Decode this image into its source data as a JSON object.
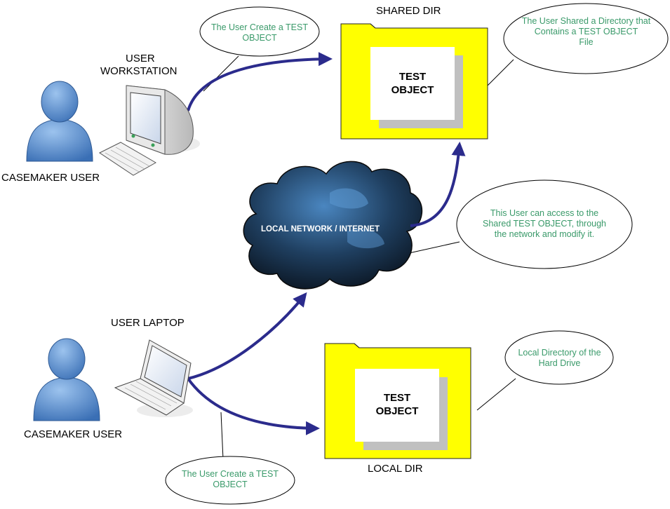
{
  "labels": {
    "shared_dir": "SHARED DIR",
    "local_dir": "LOCAL DIR",
    "user_workstation_line1": "USER",
    "user_workstation_line2": "WORKSTATION",
    "user_laptop": "USER LAPTOP",
    "casemaker_user_top": "CASEMAKER USER",
    "casemaker_user_bottom": "CASEMAKER USER",
    "network": "LOCAL NETWORK / INTERNET"
  },
  "objects": {
    "shared_test_object": [
      "TEST",
      "OBJECT"
    ],
    "local_test_object": [
      "TEST",
      "OBJECT"
    ]
  },
  "callouts": {
    "create_top": [
      "The User Create a TEST",
      "OBJECT"
    ],
    "shared_dir_note": [
      "The User Shared a Directory that",
      "Contains a TEST OBJECT",
      "File"
    ],
    "network_access": [
      "This User can access to the",
      "Shared TEST OBJECT, through",
      "the network and modify it."
    ],
    "local_dir_note": [
      "Local Directory of the",
      "Hard Drive"
    ],
    "create_bottom": [
      "The User Create a TEST",
      "OBJECT"
    ]
  },
  "colors": {
    "folder": "#ffff00",
    "arrow": "#2b2b8c",
    "person": "#5a8fd0",
    "note_text": "#3a9a6a"
  }
}
